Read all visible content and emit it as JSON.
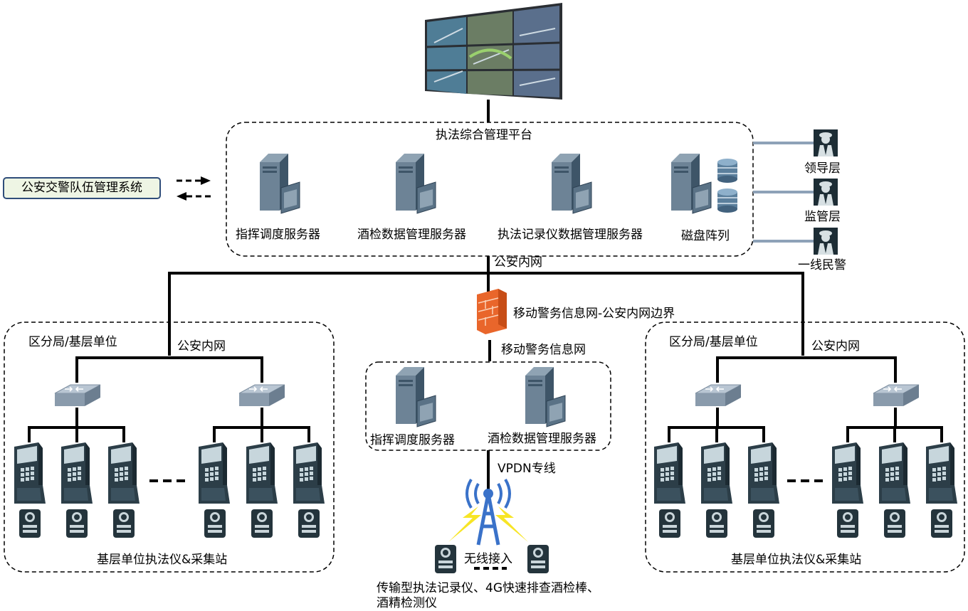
{
  "platform": {
    "title": "执法综合管理平台",
    "servers": [
      "指挥调度服务器",
      "酒检数据管理服务器",
      "执法记录仪数据管理服务器",
      "磁盘阵列"
    ]
  },
  "external_system": "公安交警队伍管理系统",
  "roles": [
    "领导层",
    "监管层",
    "一线民警"
  ],
  "network": {
    "police_intranet": "公安内网",
    "boundary": "移动警务信息网-公安内网边界",
    "mobile_net": "移动警务信息网",
    "vpdn": "VPDN专线",
    "wireless": "无线接入"
  },
  "left_unit": {
    "title": "区分局/基层单位",
    "intranet": "公安内网",
    "bottom": "基层单位执法仪&采集站"
  },
  "right_unit": {
    "title": "区分局/基层单位",
    "intranet": "公安内网",
    "bottom": "基层单位执法仪&采集站"
  },
  "mobile_servers": [
    "指挥调度服务器",
    "酒检数据管理服务器"
  ],
  "devices_caption": [
    "传输型执法记录仪、4G快速排查酒检棒、",
    "酒精检测仪"
  ]
}
